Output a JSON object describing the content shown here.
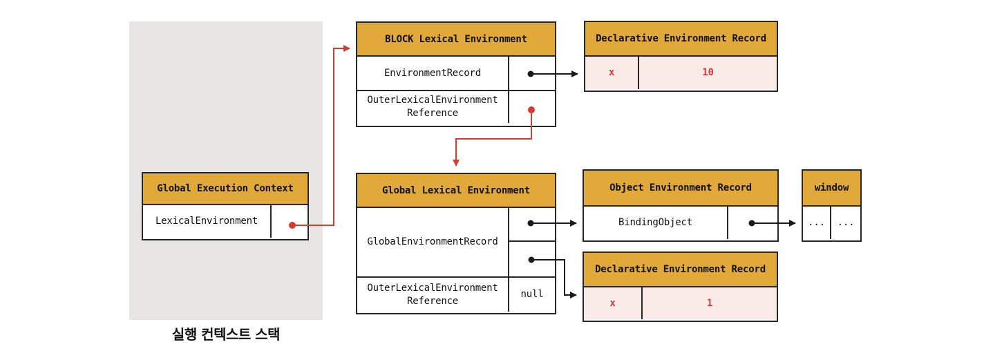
{
  "stack": {
    "label": "실행 컨텍스트 스택"
  },
  "boxes": {
    "gec": {
      "title": "Global Execution Context",
      "row1": "LexicalEnvironment"
    },
    "block": {
      "title": "BLOCK Lexical Environment",
      "row1": "EnvironmentRecord",
      "row2": "OuterLexicalEnvironment Reference"
    },
    "der_block": {
      "title": "Declarative Environment Record",
      "key": "x",
      "value": "10"
    },
    "gle": {
      "title": "Global Lexical Environment",
      "row1": "GlobalEnvironmentRecord",
      "row2": "OuterLexicalEnvironment Reference",
      "row2_value": "null"
    },
    "oer": {
      "title": "Object Environment Record",
      "row1": "BindingObject"
    },
    "window": {
      "title": "window",
      "cell1": "...",
      "cell2": "..."
    },
    "der_global": {
      "title": "Declarative Environment Record",
      "key": "x",
      "value": "1"
    }
  },
  "colors": {
    "header_gold": "#E0A93A",
    "record_pink": "#FAEBE9",
    "arrow_red": "#D73B30",
    "arrow_black": "#1A1A1A",
    "stack_gray": "#E7E6E4",
    "border_dark": "#262626"
  }
}
